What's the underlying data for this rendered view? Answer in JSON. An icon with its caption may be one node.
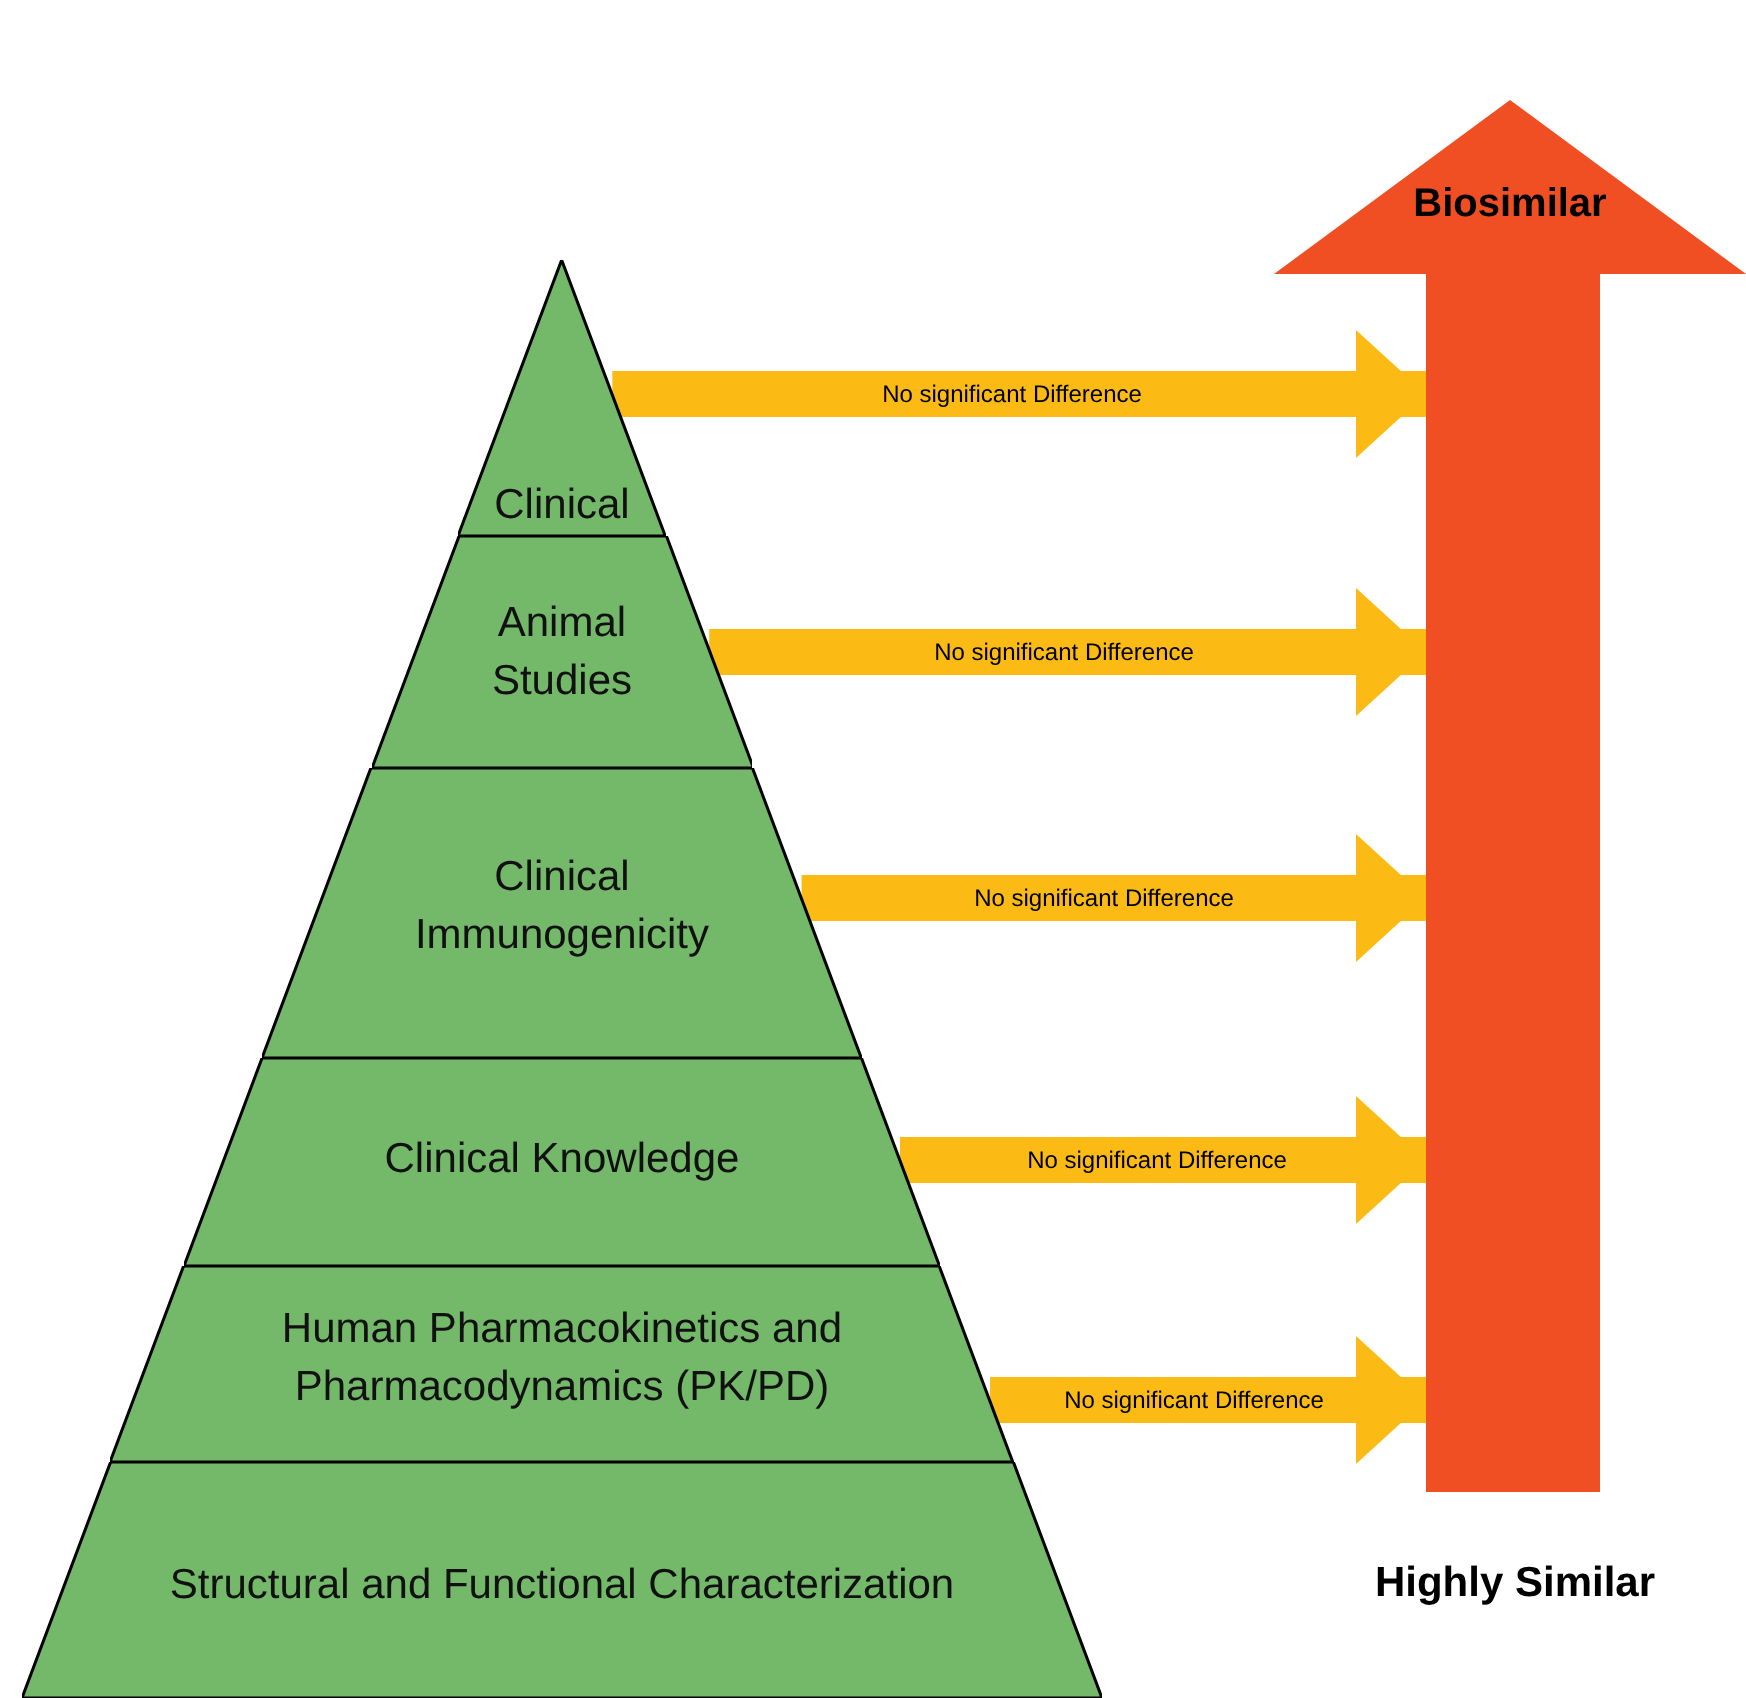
{
  "diagram": {
    "nodes": [
      {
        "text": [
          "Clinical"
        ]
      },
      {
        "text": [
          "Animal Studies"
        ]
      },
      {
        "text": [
          "Clinical Immunogenicity"
        ]
      },
      {
        "text": [
          "Clinical Knowledge"
        ]
      },
      {
        "text": [
          "Human Pharmacokinetics and Pharmacodynamics (PK/PD)"
        ]
      },
      {
        "text": [
          "Structural and Functional Characterization"
        ]
      },
      {
        "text": [
          "Biosimilar"
        ]
      }
    ],
    "edges": [
      {
        "from": 0,
        "to": 6,
        "arrow": "to",
        "label": "No significant Difference"
      },
      {
        "from": 1,
        "to": 6,
        "arrow": "to",
        "label": "No significant Difference"
      },
      {
        "from": 2,
        "to": 6,
        "arrow": "to",
        "label": "No significant Difference"
      },
      {
        "from": 3,
        "to": 6,
        "arrow": "to",
        "label": "No significant Difference"
      },
      {
        "from": 4,
        "to": 6,
        "arrow": "to",
        "label": "No significant Difference"
      }
    ],
    "labels": [
      "Highly Similar"
    ]
  }
}
